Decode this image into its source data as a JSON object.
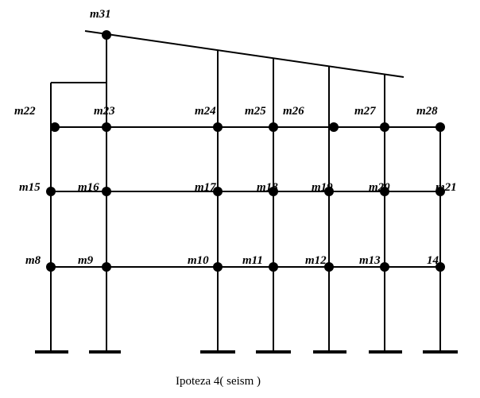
{
  "colors": {
    "line": "#000000",
    "node": "#000000",
    "background": "#ffffff"
  },
  "caption": "Ipoteza 4( seism )",
  "mass_labels": {
    "m8": "m8",
    "m9": "m9",
    "m10": "m10",
    "m11": "m11",
    "m12": "m12",
    "m13": "m13",
    "m14": "14",
    "m15": "m15",
    "m16": "m16",
    "m17": "m17",
    "m18": "m18",
    "m19": "m19",
    "m20": "m20",
    "m21": "m21",
    "m22": "m22",
    "m23": "m23",
    "m24": "m24",
    "m25": "m25",
    "m26": "m26",
    "m27": "m27",
    "m28": "m28",
    "m31": "m31"
  }
}
